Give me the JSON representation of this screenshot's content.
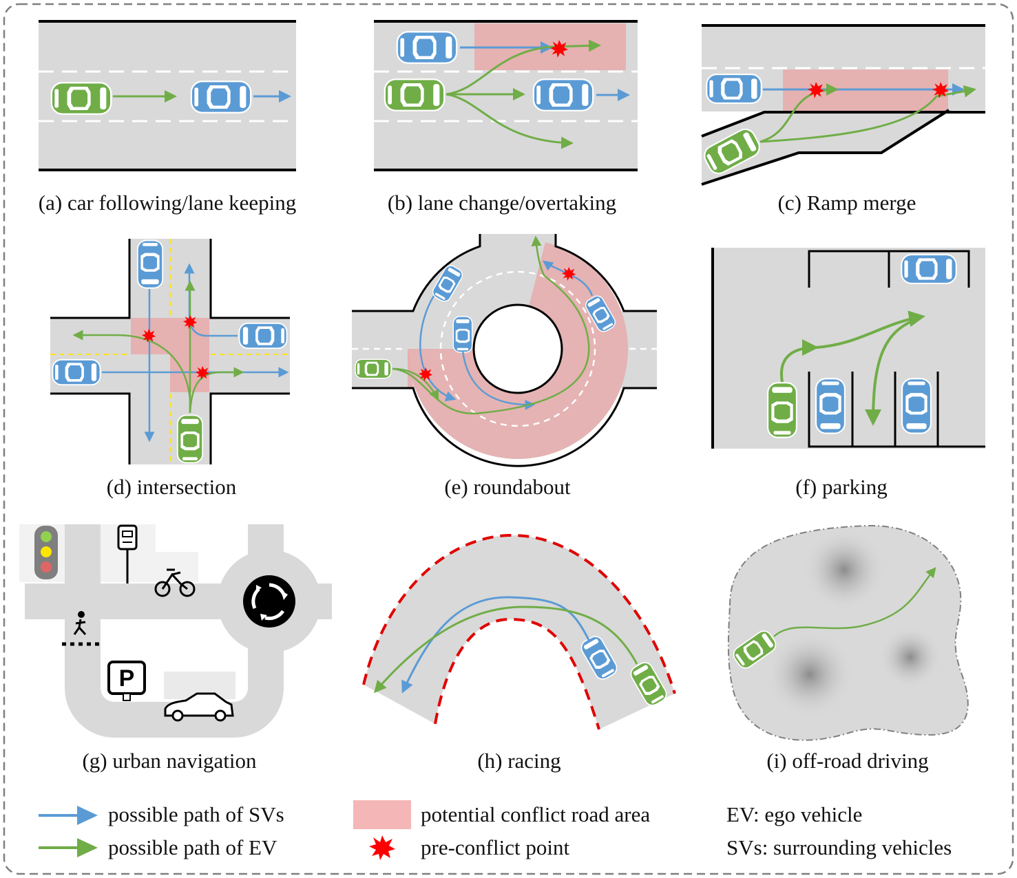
{
  "panels": [
    {
      "id": "a",
      "caption": "(a) car following/lane  keeping"
    },
    {
      "id": "b",
      "caption": "(b) lane change/overtaking"
    },
    {
      "id": "c",
      "caption": "(c) Ramp merge"
    },
    {
      "id": "d",
      "caption": "(d) intersection"
    },
    {
      "id": "e",
      "caption": "(e) roundabout"
    },
    {
      "id": "f",
      "caption": "(f) parking"
    },
    {
      "id": "g",
      "caption": "(g) urban navigation"
    },
    {
      "id": "h",
      "caption": "(h) racing"
    },
    {
      "id": "i",
      "caption": "(i) off-road  driving"
    }
  ],
  "legend": {
    "sv_path": "possible path of SVs",
    "ev_path": "possible path of EV",
    "conflict_area": "potential conflict road area",
    "conflict_point": "pre-conflict point",
    "ev_def": "EV: ego vehicle",
    "sv_def": "SVs: surrounding vehicles"
  },
  "colors": {
    "sv": "#5b9bd5",
    "ev": "#70ad47",
    "conflict_area": "#f4b6b6",
    "conflict_point": "#ff0000",
    "road": "#d9d9d9",
    "track_boundary": "#e00000"
  },
  "icons": [
    "traffic-light-icon",
    "bus-stop-icon",
    "bicycle-icon",
    "roundabout-sign-icon",
    "pedestrian-icon",
    "parking-sign-icon",
    "car-icon"
  ]
}
